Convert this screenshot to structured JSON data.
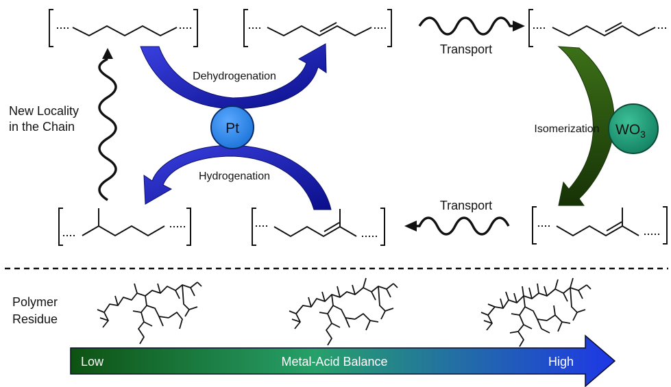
{
  "labels": {
    "dehydrogenation": "Dehydrogenation",
    "hydrogenation": "Hydrogenation",
    "isomerization": "Isomerization",
    "transport_top": "Transport",
    "transport_bottom": "Transport",
    "new_locality_line1": "New Locality",
    "new_locality_line2": "in the Chain",
    "polymer_line1": "Polymer",
    "polymer_line2": "Residue"
  },
  "catalysts": {
    "pt": "Pt",
    "wo3_base": "WO",
    "wo3_sub": "3"
  },
  "balance_bar": {
    "low": "Low",
    "title": "Metal-Acid Balance",
    "high": "High"
  },
  "colors": {
    "metal_arrow": "#1a1fb5",
    "metal_arrow_dark": "#0a0e6e",
    "acid_arrow": "#2f5a14",
    "acid_arrow_dark": "#163206",
    "pt_fill": "#2f8ff0",
    "wo3_fill": "#1f9a78",
    "bar_start": "#0e5a1a",
    "bar_mid": "#28a070",
    "bar_end": "#1f3de0"
  }
}
